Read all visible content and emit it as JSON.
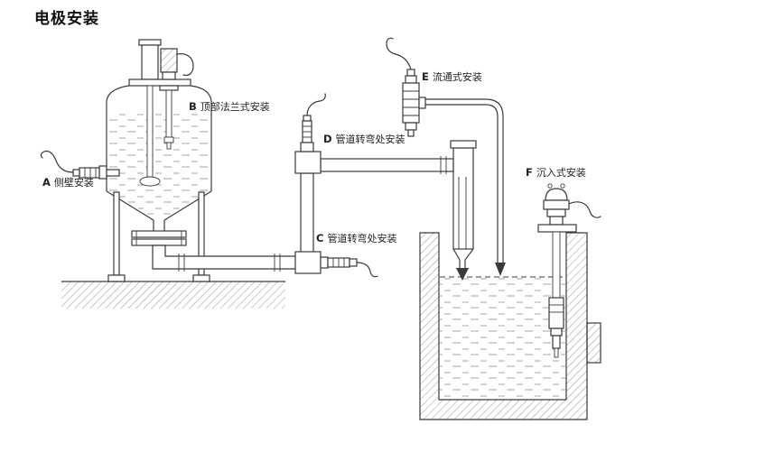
{
  "title": "电极安装",
  "colors": {
    "line-color": "#3a3a3a",
    "hatch-color": "#8a8a8a",
    "liquid-color": "#9a9a9a",
    "label-color": "#1f1f1f",
    "bg-color": "#ffffff"
  },
  "icons": {
    "flow_arrow_down": "filled-triangle-down"
  },
  "diagram": {
    "labels": [
      {
        "letter": "A",
        "text": "侧壁安装"
      },
      {
        "letter": "B",
        "text": "顶部法兰式安装"
      },
      {
        "letter": "C",
        "text": "管道转弯处安装"
      },
      {
        "letter": "D",
        "text": "管道转弯处安装"
      },
      {
        "letter": "E",
        "text": "流通式安装"
      },
      {
        "letter": "F",
        "text": "沉入式安装"
      }
    ]
  }
}
